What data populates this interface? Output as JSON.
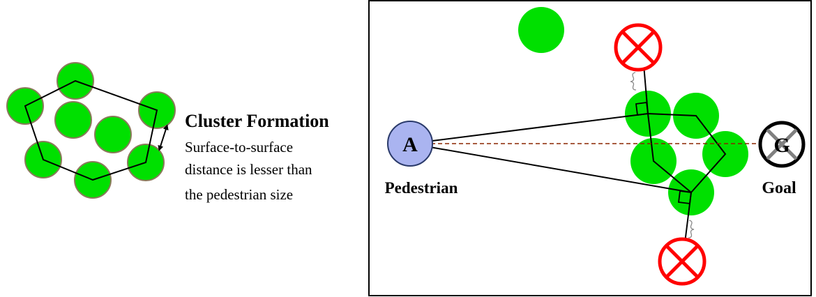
{
  "left_panel": {
    "heading": "Cluster Formation",
    "description_lines": [
      "Surface-to-surface",
      "distance is lesser than",
      "the pedestrian size"
    ]
  },
  "right_panel": {
    "pedestrian_letter": "A",
    "pedestrian_label": "Pedestrian",
    "goal_letter": "G",
    "goal_label": "Goal"
  },
  "colors": {
    "obstacle_fill": "#00e000",
    "obstacle_stroke": "#8a8a5a",
    "pedestrian_fill": "#aab4f0",
    "pedestrian_stroke": "#2a3a6a",
    "invalid_marker": "#ff0000",
    "goal_marker": "#000000",
    "goal_cross": "#808080",
    "direct_path": "#8b2500",
    "lines": "#000000"
  },
  "icons": {
    "invalid_waypoint": "red-cross-circle-icon",
    "goal": "goal-cross-circle-icon",
    "distance": "double-arrow-icon"
  }
}
